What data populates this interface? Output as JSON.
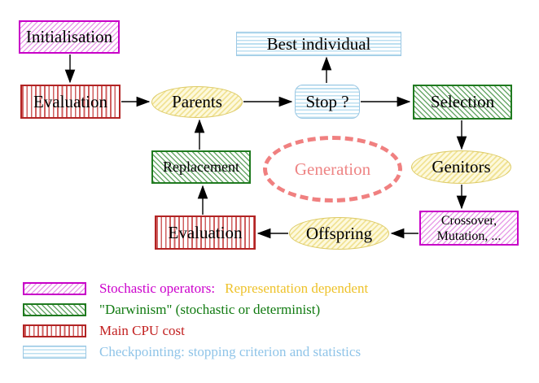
{
  "nodes": {
    "initialisation": "Initialisation",
    "evaluation_top": "Evaluation",
    "parents": "Parents",
    "best_individual": "Best individual",
    "stop": "Stop ?",
    "selection": "Selection",
    "generation": "Generation",
    "replacement": "Replacement",
    "genitors": "Genitors",
    "evaluation_bottom": "Evaluation",
    "offspring": "Offspring",
    "crossover_line1": "Crossover,",
    "crossover_line2": "Mutation, ..."
  },
  "legend": {
    "stochastic_label": "Stochastic operators:",
    "stochastic_note": "Representation dependent",
    "darwinism_label": "\"Darwinism\" (stochastic or determinist)",
    "cpu_label": "Main CPU cost",
    "checkpoint_label": "Checkpointing: stopping criterion and statistics"
  },
  "colors": {
    "stochastic_magenta": "#cc00cc",
    "representation_gold": "#eec22a",
    "darwinism_green": "#107a10",
    "cpu_red": "#c22020",
    "checkpointing_blue": "#8fc4e8",
    "generation_coral": "#f08080",
    "yellow_node_border": "#ddca64",
    "arrow_black": "#000000"
  }
}
